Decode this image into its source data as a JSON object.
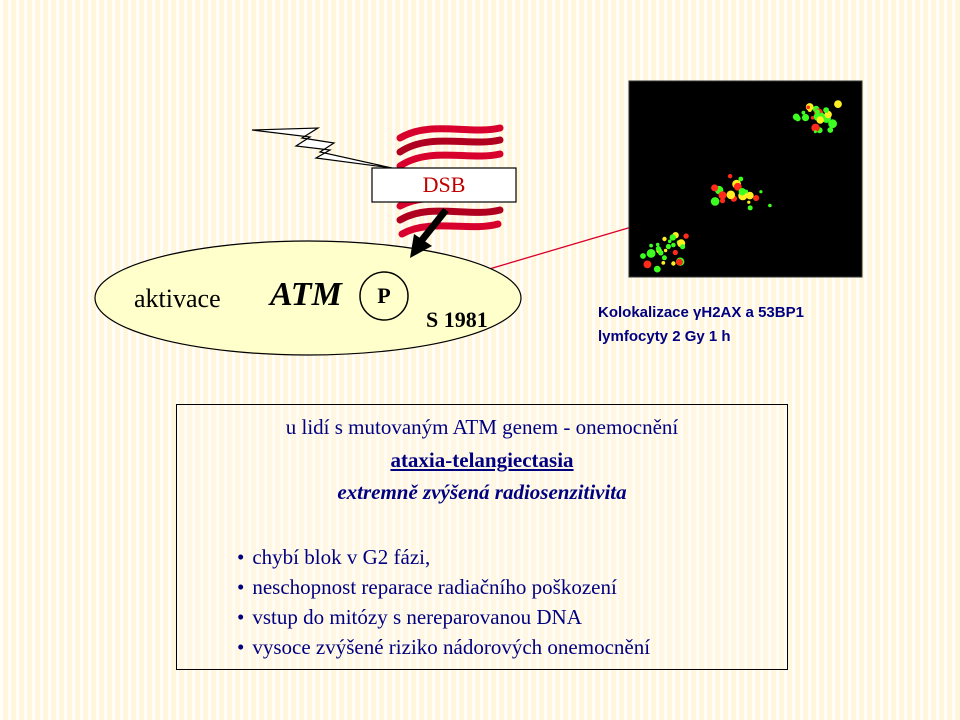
{
  "diagram": {
    "activation_label": "aktivace",
    "atm_label": "ATM",
    "phospho_label": "P",
    "site_label": "S 1981",
    "dsb_label": "DSB"
  },
  "micrograph": {
    "caption_line1": "Kolokalizace γH2AX a 53BP1",
    "caption_line2": "lymfocyty  2 Gy 1 h"
  },
  "info": {
    "line1": "u lidí s mutovaným ATM genem  - onemocnění",
    "line2": "ataxia-telangiectasia",
    "line3": "extremně zvýšená radiosenzitivita",
    "bullets": [
      "chybí blok v G2 fázi,",
      "neschopnost reparace radiačního poškození",
      "vstup do mitózy s nereparovanou DNA",
      "vysoce zvýšené riziko nádorových onemocnění"
    ]
  },
  "colors": {
    "ellipse_fill": "#ffffcc",
    "dna_red": "#d8002c",
    "dsb_text": "#c00000",
    "text_navy": "#000080"
  }
}
